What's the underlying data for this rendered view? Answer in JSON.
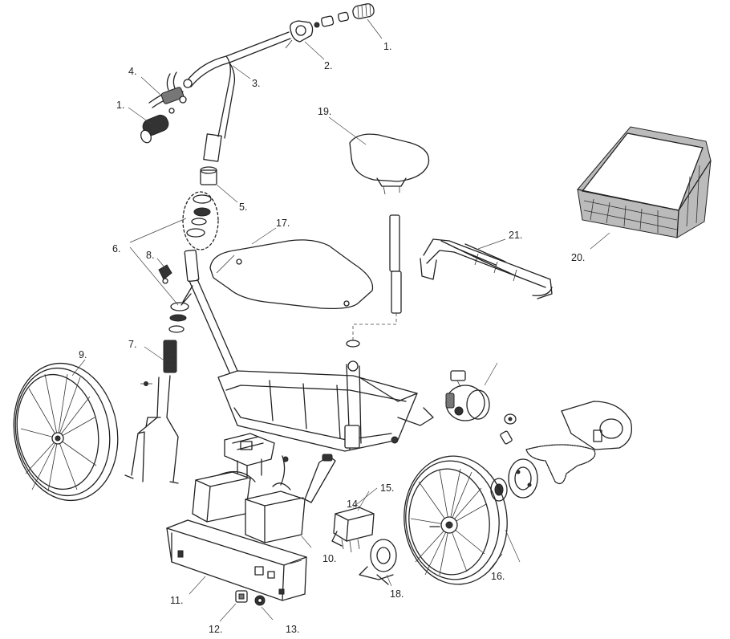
{
  "callouts": {
    "c1a": "1.",
    "c1b": "1.",
    "c2": "2.",
    "c3": "3.",
    "c4": "4.",
    "c5": "5.",
    "c6": "6.",
    "c7": "7.",
    "c8": "8.",
    "c9": "9.",
    "c10": "10.",
    "c11": "11.",
    "c12": "12.",
    "c13": "13.",
    "c14": "14.",
    "c15": "15.",
    "c16": "16.",
    "c17": "17.",
    "c18": "18.",
    "c19": "19.",
    "c20": "20.",
    "c21": "21."
  }
}
